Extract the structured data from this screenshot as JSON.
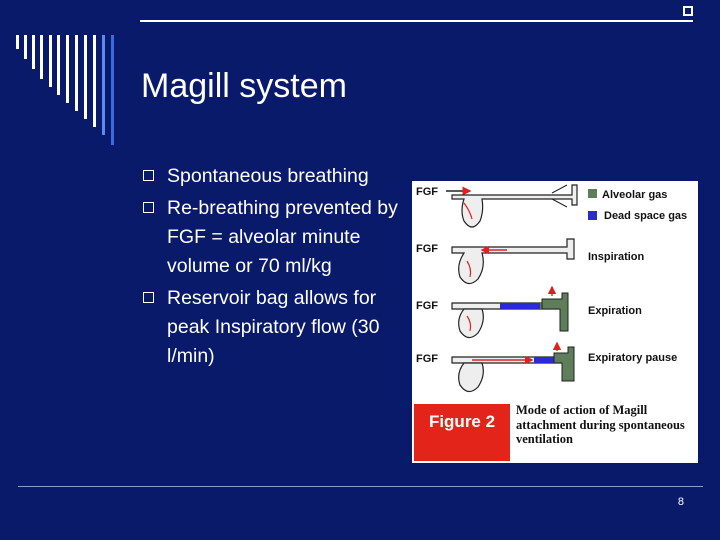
{
  "title": "Magill system",
  "bullets": [
    {
      "text": "Spontaneous breathing"
    },
    {
      "text": "Re-breathing prevented by FGF  = alveolar minute volume or 70 ml/kg"
    },
    {
      "text": "Reservoir bag allows for peak Inspiratory flow (30 l/min)"
    }
  ],
  "figure": {
    "row_labels": [
      "FGF",
      "FGF",
      "FGF",
      "FGF"
    ],
    "legend_alveolar": "Alveolar gas",
    "legend_dead_space": "Dead space gas",
    "phase_inspiration": "Inspiration",
    "phase_expiration": "Expiration",
    "phase_pause": "Expiratory pause",
    "badge": "Figure 2",
    "caption": "Mode of action of Magill attachment during spontaneous ventilation",
    "colors": {
      "alveolar": "#5e7e5a",
      "dead_space": "#2a2ad8",
      "arrow": "#e02020",
      "badge": "#e3241b"
    }
  },
  "slide_number": "8"
}
